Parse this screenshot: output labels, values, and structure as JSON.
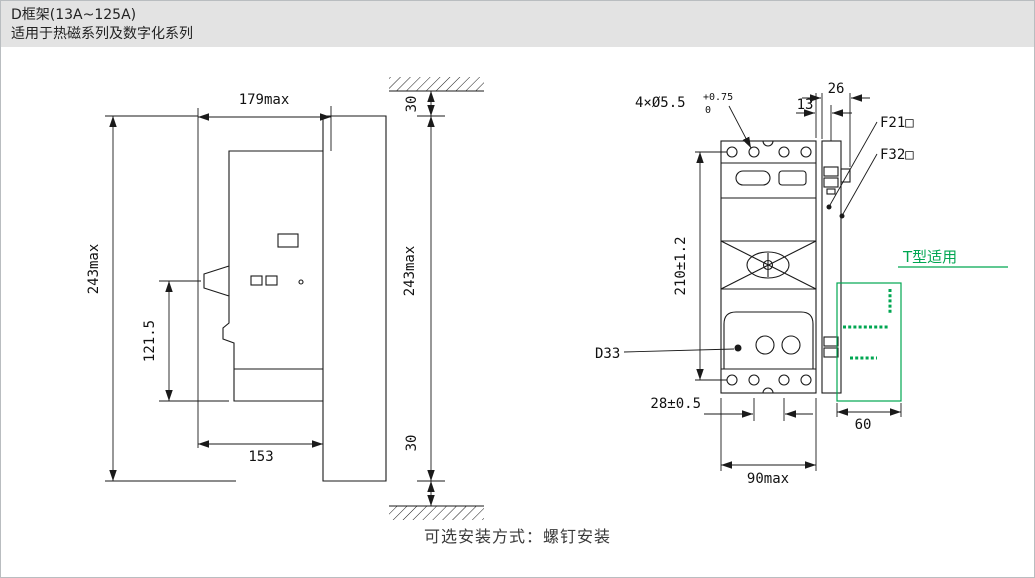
{
  "header": {
    "title": "D框架(13A~125A)",
    "subtitle": "适用于热磁系列及数字化系列"
  },
  "side_view": {
    "dims": {
      "width_top": "179max",
      "height_left": "243max",
      "handle_to_bottom": "121.5",
      "width_bottom": "153",
      "clearance_top": "30",
      "height_right": "243max",
      "clearance_bottom": "30"
    }
  },
  "front_view": {
    "dims": {
      "mounting_holes": "4×Ø5.5",
      "hole_tol_upper": "+0.75",
      "hole_tol_lower": "0",
      "side_offset": "13",
      "base_depth": "26",
      "hole_pitch_vertical": "210±1.2",
      "hole_pitch_horizontal": "28±0.5",
      "width_bottom": "90max",
      "t_base_width": "60"
    },
    "labels": {
      "accessory_f21": "F21□",
      "accessory_f32": "F32□",
      "product_code": "D33",
      "t_type": "T型适用"
    }
  },
  "footer": {
    "caption": "可选安装方式：螺钉安装"
  },
  "colors": {
    "line": "#1a1a1a",
    "accent_green": "#00a651",
    "header_bg": "#e3e3e3"
  }
}
